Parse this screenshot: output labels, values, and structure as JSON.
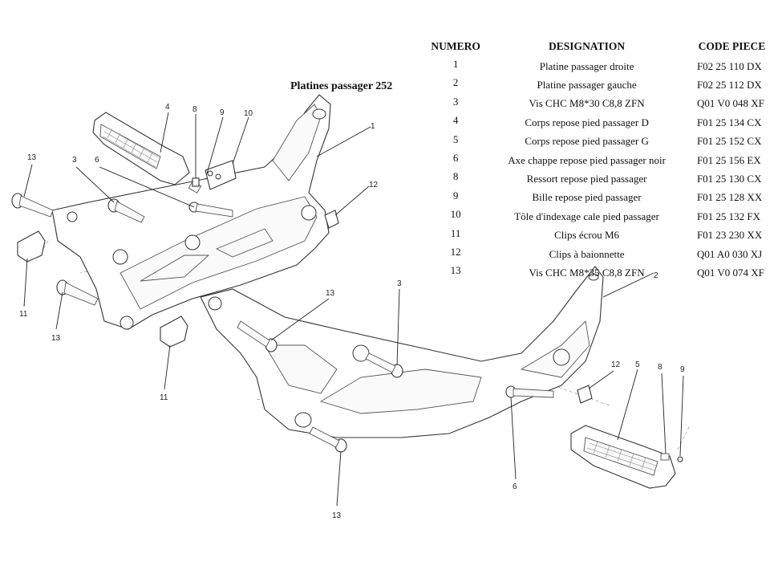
{
  "section_title": "Platines passager 252",
  "table": {
    "headers": {
      "numero": "NUMERO",
      "designation": "DESIGNATION",
      "code": "CODE PIECE"
    },
    "rows": [
      {
        "numero": "1",
        "designation": "Platine passager droite",
        "code": "F02 25 110 DX"
      },
      {
        "numero": "2",
        "designation": "Platine passager gauche",
        "code": "F02 25 112 DX"
      },
      {
        "numero": "3",
        "designation": "Vis CHC M8*30 C8,8 ZFN",
        "code": "Q01 V0 048 XF"
      },
      {
        "numero": "4",
        "designation": "Corps repose pied passager D",
        "code": "F01 25 134 CX"
      },
      {
        "numero": "5",
        "designation": "Corps repose pied passager G",
        "code": "F01 25 152 CX"
      },
      {
        "numero": "6",
        "designation": "Axe chappe repose pied passager noir",
        "code": "F01 25 156 EX"
      },
      {
        "numero": "8",
        "designation": "Ressort repose pied passager",
        "code": "F01 25 130 CX"
      },
      {
        "numero": "9",
        "designation": "Bille repose pied passager",
        "code": "F01 25 128 XX"
      },
      {
        "numero": "10",
        "designation": "Tôle d'indexage cale pied passager",
        "code": "F01 25 132 FX"
      },
      {
        "numero": "11",
        "designation": "Clips écrou M6",
        "code": "F01 23 230 XX"
      },
      {
        "numero": "12",
        "designation": "Clips à baionnette",
        "code": "Q01 A0 030 XJ"
      },
      {
        "numero": "13",
        "designation": "Vis CHC M8*35 C8,8 ZFN",
        "code": "Q01 V0 074 XF"
      }
    ]
  },
  "callouts": {
    "c4_top": "4",
    "c8_top": "8",
    "c9_top": "9",
    "c10_top": "10",
    "c1": "1",
    "c13_left": "13",
    "c3_left": "3",
    "c6_left": "6",
    "c12_top": "12",
    "c11_left": "11",
    "c13_lower_left": "13",
    "c13_mid": "13",
    "c3_mid": "3",
    "c2": "2",
    "c11_mid": "11",
    "c12_right": "12",
    "c5_right": "5",
    "c8_right": "8",
    "c9_right": "9",
    "c6_bottom": "6",
    "c13_bottom": "13"
  }
}
